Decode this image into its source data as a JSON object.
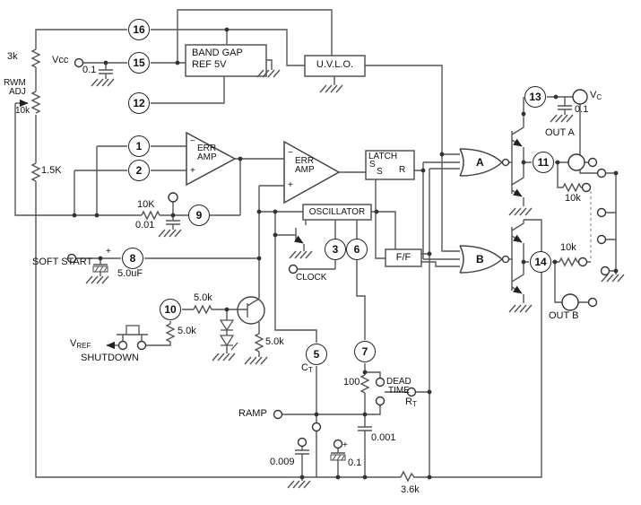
{
  "pins": {
    "p1": "1",
    "p2": "2",
    "p3": "3",
    "p5": "5",
    "p6": "6",
    "p7": "7",
    "p8": "8",
    "p9": "9",
    "p10": "10",
    "p11": "11",
    "p12": "12",
    "p13": "13",
    "p14": "14",
    "p15": "15",
    "p16": "16"
  },
  "blocks": {
    "band_gap_l1": "BAND GAP",
    "band_gap_l2": "REF 5V",
    "uvlo": "U.V.L.O.",
    "oscillator": "OSCILLATOR",
    "latch_title": "LATCH",
    "latch_s1": "S",
    "latch_s2": "S",
    "latch_r": "R",
    "flip_flop": "F/F",
    "err_amp_l1": "ERR",
    "err_amp_l2": "AMP",
    "minus": "−",
    "plus": "+",
    "gate_a": "A",
    "gate_b": "B"
  },
  "labels": {
    "r_3k": "3k",
    "vcc": "Vcc",
    "c_vcc": "0.1",
    "pwm_adj_l1": "RWM",
    "pwm_adj_l2": "ADJ",
    "pot_10k": "10k",
    "r_1_5k": "1.5K",
    "r_fb_10k": "10K",
    "c_fb_0_01": "0.01",
    "soft_start": "SOFT START",
    "c_soft": "5.0uF",
    "plus_soft": "+",
    "r_base_5k": "5.0k",
    "r_pin10_5k": "5.0k",
    "r_emit_5k": "5.0k",
    "vref_main": "V",
    "vref_sub": "REF",
    "shutdown": "SHUTDOWN",
    "clock": "CLOCK",
    "ct_main": "C",
    "ct_sub": "T",
    "r_100": "100",
    "dead_l1": "DEAD",
    "dead_l2": "TIME",
    "rt_main": "R",
    "rt_sub": "T",
    "ramp": "RAMP",
    "c_0_001": "0.001",
    "c_0_009": "0.009",
    "c_0_1_bot": "0.1",
    "plus_bot": "+",
    "r_3_6k": "3.6k",
    "vc_main": "V",
    "vc_sub": "C",
    "c_vc": "0.1",
    "out_a": "OUT A",
    "out_b": "OUT B",
    "r_outa_10k": "10k",
    "r_outb_10k": "10k"
  }
}
